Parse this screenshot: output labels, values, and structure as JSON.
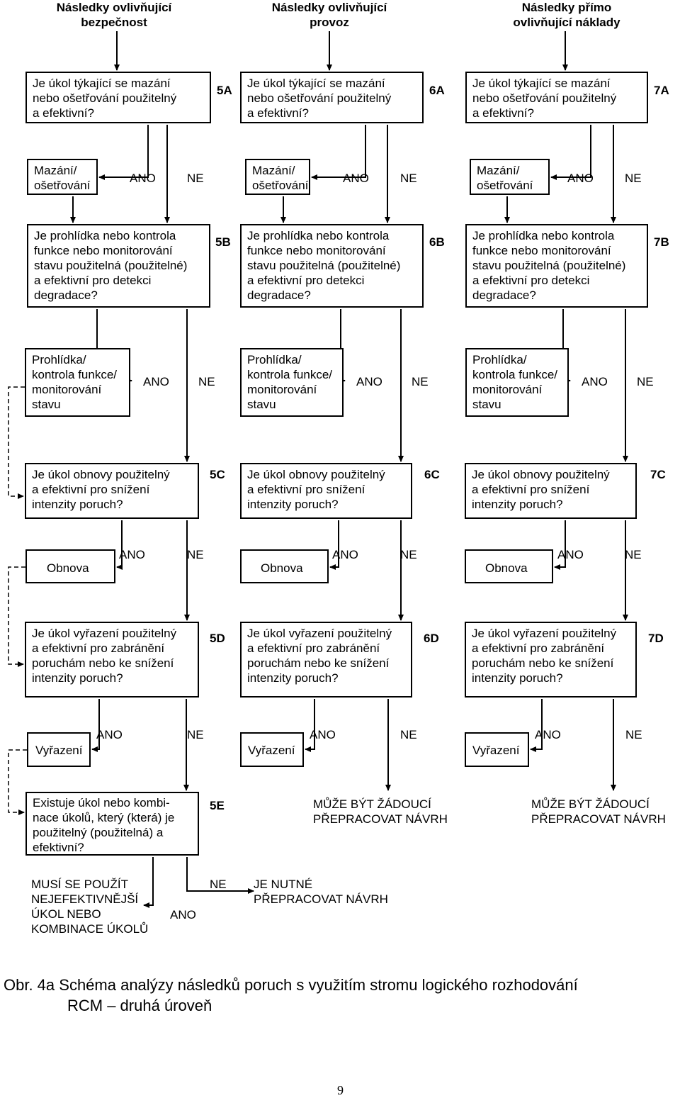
{
  "headers": [
    "Následky ovlivňující\nbezpečnost",
    "Následky ovlivňující\nprovoz",
    "Následky přímo\novlivňující náklady"
  ],
  "q_a": "Je úkol týkající se mazání\nnebo ošetřování použitelný\na efektivní?",
  "act_a": "Mazání/\nošetřování",
  "q_b": "Je prohlídka nebo kontrola\nfunkce nebo monitorování\nstavu použitelná (použitelné)\na efektivní pro detekci\ndegradace?",
  "act_b": "Prohlídka/\nkontrola funkce/\nmonitorování\nstavu",
  "q_c": "Je úkol obnovy použitelný\na efektivní pro snížení\nintenzity poruch?",
  "act_c": "Obnova",
  "q_d": "Je úkol vyřazení použitelný\na efektivní pro zabránění\nporuchám nebo ke snížení\nintenzity poruch?",
  "act_d": "Vyřazení",
  "q_e": "Existuje úkol nebo kombi-\nnace úkolů, který (která) je\npoužitelný (použitelná) a\nefektivní?",
  "yes": "ANO",
  "no": "NE",
  "codes": {
    "a": [
      "5A",
      "6A",
      "7A"
    ],
    "b": [
      "5B",
      "6B",
      "7B"
    ],
    "c": [
      "5C",
      "6C",
      "7C"
    ],
    "d": [
      "5D",
      "6D",
      "7D"
    ],
    "e": "5E"
  },
  "redesign_may": "MŮŽE BÝT ŽÁDOUCÍ\nPŘEPRACOVAT NÁVRH",
  "must_less_effective": "MUSÍ SE POUŽÍT\nNEJEFEKTIVNĚJŠÍ\nÚKOL NEBO\nKOMBINACE ÚKOLŮ",
  "redesign_required": "JE NUTNÉ\nPŘEPRACOVAT NÁVRH",
  "caption_line1": "Obr. 4a Schéma analýzy následků poruch s využitím stromu logického rozhodování",
  "caption_line2": "RCM – druhá úroveň",
  "page_number": "9"
}
